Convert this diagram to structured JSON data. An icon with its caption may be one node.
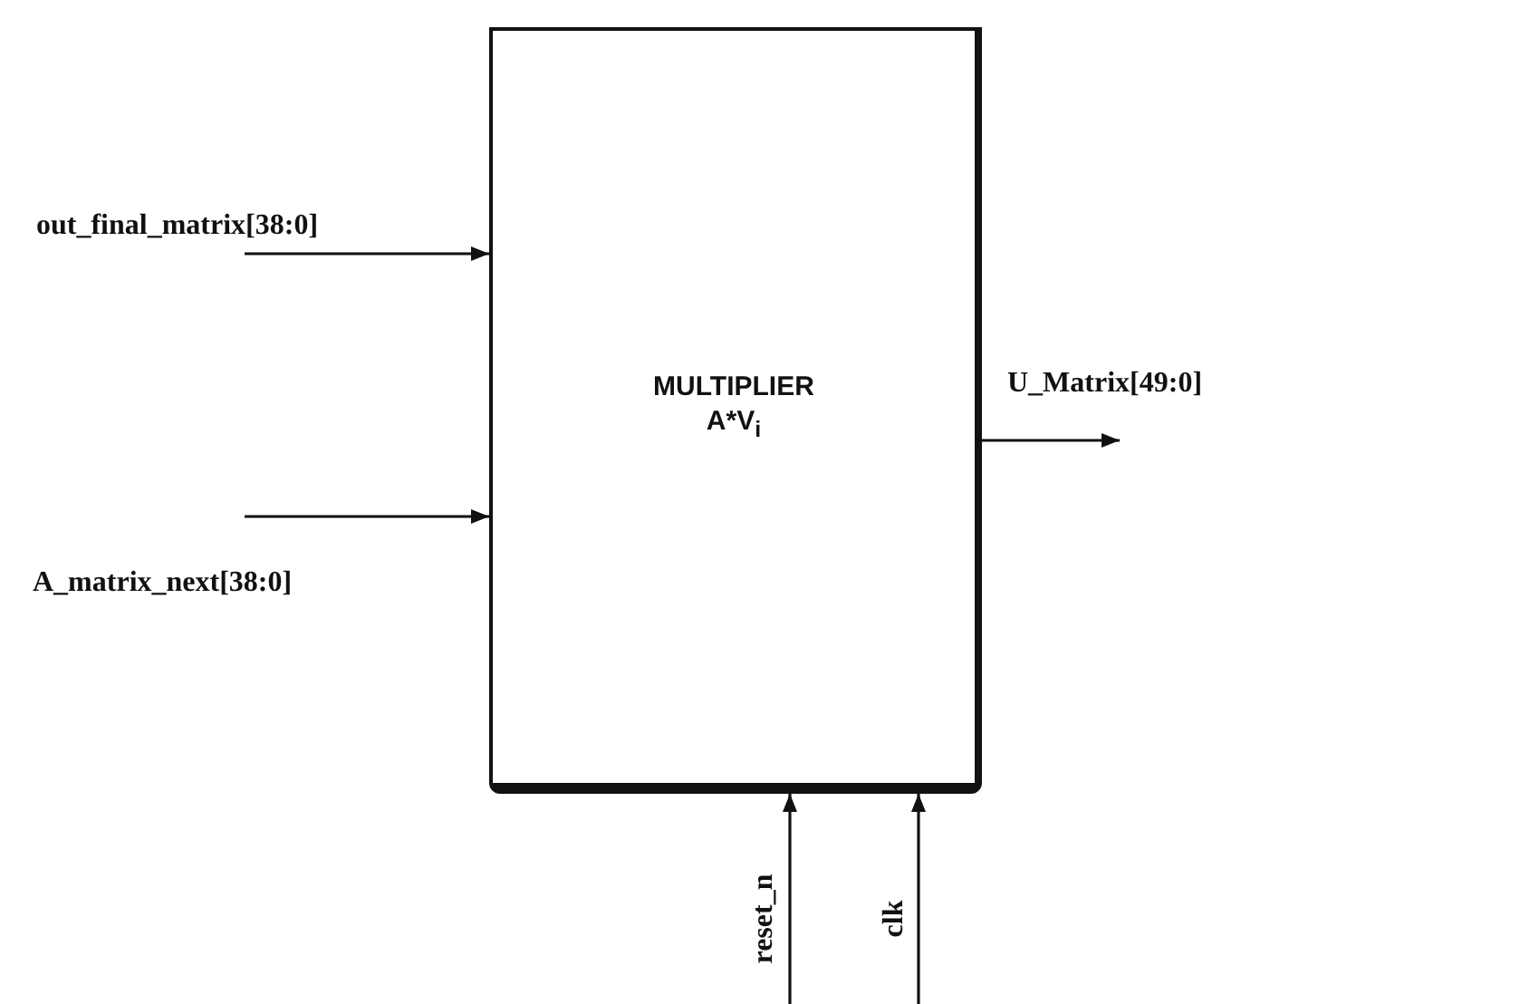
{
  "diagram": {
    "nodes": [
      {
        "text": [
          "out_final_matrix[38:0]"
        ]
      },
      {
        "text": [
          "A_matrix_next[38:0]"
        ]
      },
      {
        "text": [
          "MULTIPLIER",
          "A*V$_{i}$"
        ]
      },
      {
        "text": [
          "U_Matrix[49:0]"
        ]
      },
      {
        "text": [
          "reset_n"
        ]
      },
      {
        "text": [
          "clk"
        ]
      }
    ],
    "edges": [
      {
        "from": 0,
        "to": 2,
        "arrow": "to"
      },
      {
        "from": 1,
        "to": 2,
        "arrow": "to"
      },
      {
        "from": 2,
        "to": 3,
        "arrow": "to"
      },
      {
        "from": 4,
        "to": 2,
        "arrow": "to"
      },
      {
        "from": 5,
        "to": 2,
        "arrow": "to"
      }
    ]
  }
}
